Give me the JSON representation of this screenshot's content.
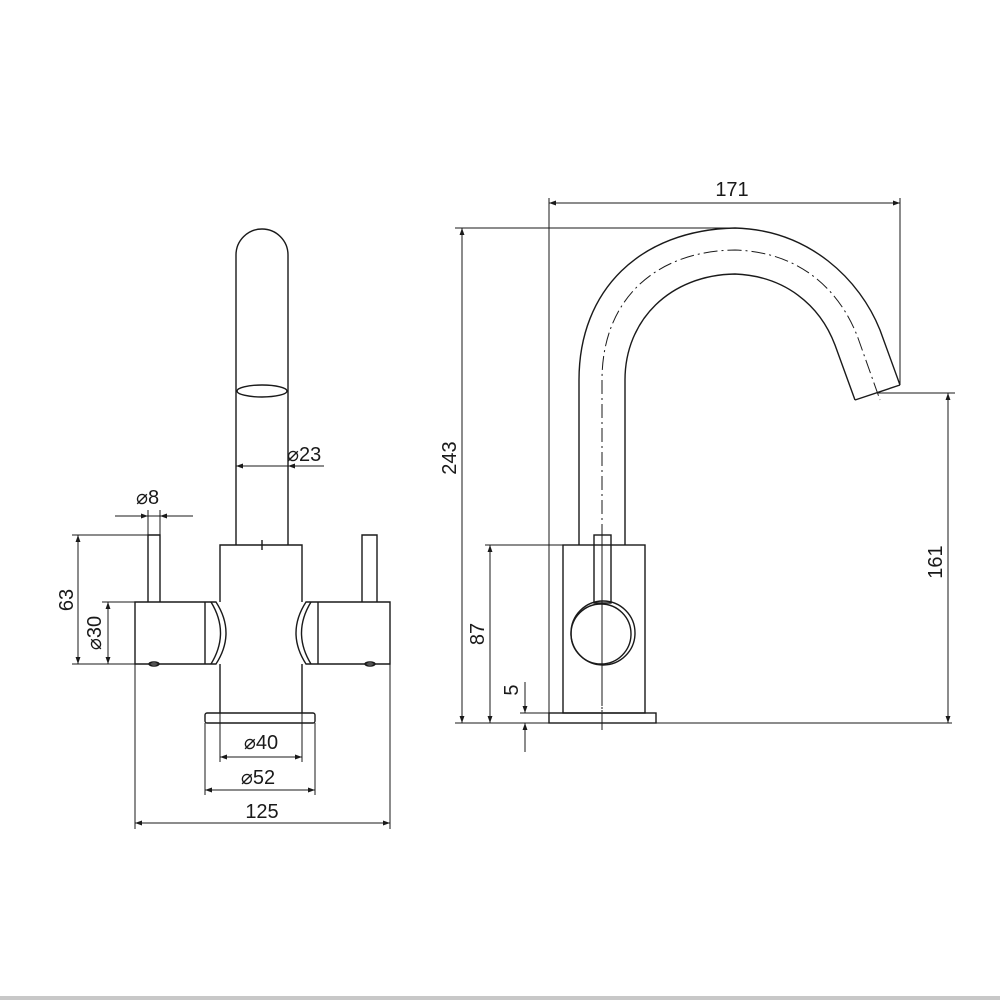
{
  "drawing": {
    "colors": {
      "line": "#1a1a1a",
      "footer_bar": "#c8c8c8"
    },
    "front_view": {
      "dim_stem_dia": "⌀8",
      "dim_spout_dia": "⌀23",
      "dim_stem_height": "63",
      "dim_handle_dia": "⌀30",
      "dim_body_dia": "⌀40",
      "dim_base_dia": "⌀52",
      "dim_total_width": "125"
    },
    "side_view": {
      "dim_reach": "171",
      "dim_total_height": "243",
      "dim_body_height": "87",
      "dim_base_thickness": "5",
      "dim_spout_outlet_height": "161"
    }
  }
}
